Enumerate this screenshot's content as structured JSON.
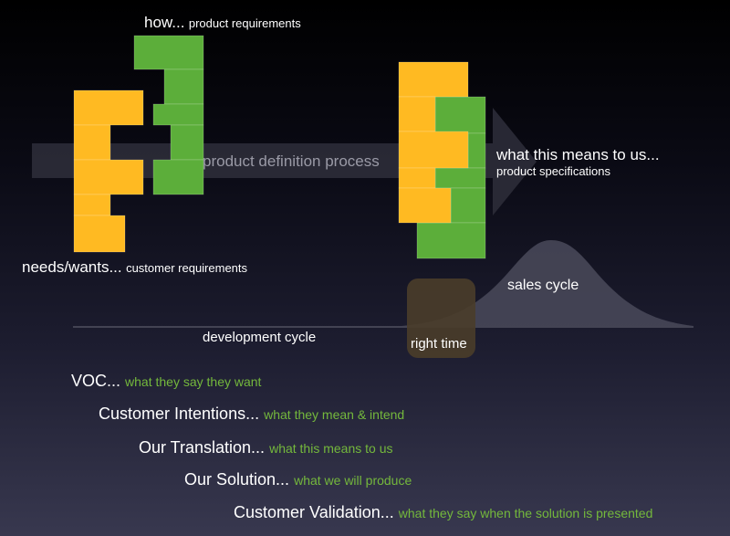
{
  "colors": {
    "yellow": "#ffba22",
    "green": "#5cae3a",
    "arrow": "#2c2c38",
    "curve": "#4a4a5a",
    "right_time": "#4a3d2a",
    "desc_green": "#74b83c"
  },
  "labels": {
    "how": "how...",
    "product_requirements": "product requirements",
    "product_definition_process": "product definition process",
    "needs_wants": "needs/wants...",
    "customer_requirements": "customer requirements",
    "what_means": "what this means to us...",
    "product_specifications": "product specifications",
    "sales_cycle": "sales cycle",
    "development_cycle": "development cycle",
    "right_time": "right time"
  },
  "stages": [
    {
      "title": "VOC...",
      "desc": "what they say they want"
    },
    {
      "title": "Customer Intentions...",
      "desc": "what they mean & intend"
    },
    {
      "title": "Our Translation...",
      "desc": "what this means to us"
    },
    {
      "title": "Our Solution...",
      "desc": "what we will produce"
    },
    {
      "title": "Customer Validation...",
      "desc": "what they say when the solution is presented"
    }
  ]
}
